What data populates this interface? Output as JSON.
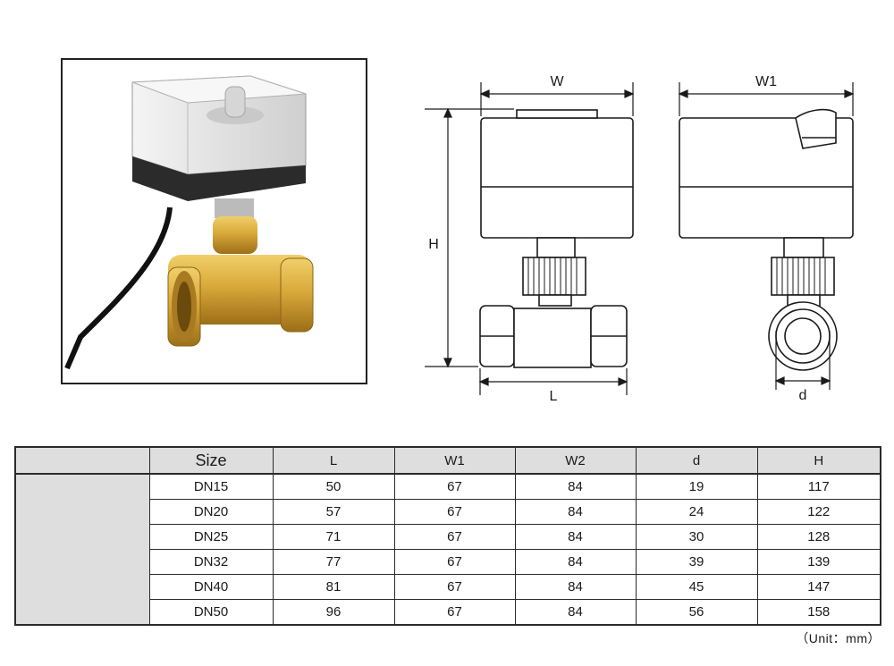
{
  "drawing": {
    "front_view": {
      "width_label": "W",
      "height_label": "H",
      "length_label": "L"
    },
    "side_view": {
      "width_label": "W1",
      "diameter_label": "d"
    }
  },
  "table": {
    "headers": [
      "Size",
      "L",
      "W1",
      "W2",
      "d",
      "H"
    ],
    "rows": [
      [
        "DN15",
        "50",
        "67",
        "84",
        "19",
        "117"
      ],
      [
        "DN20",
        "57",
        "67",
        "84",
        "24",
        "122"
      ],
      [
        "DN25",
        "71",
        "67",
        "84",
        "30",
        "128"
      ],
      [
        "DN32",
        "77",
        "67",
        "84",
        "39",
        "139"
      ],
      [
        "DN40",
        "81",
        "67",
        "84",
        "45",
        "147"
      ],
      [
        "DN50",
        "96",
        "67",
        "84",
        "56",
        "158"
      ]
    ]
  },
  "unit_note": "（Unit：mm）",
  "colors": {
    "actuator_body": "#e6e6e6",
    "actuator_base": "#2b2b2b",
    "brass": "#d9a93a",
    "header_fill": "#dedede"
  }
}
